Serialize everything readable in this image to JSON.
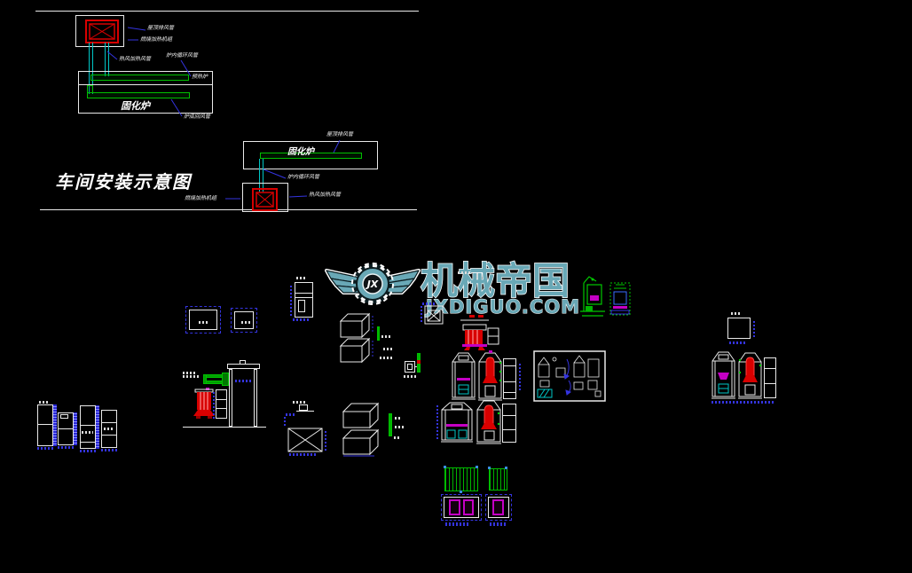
{
  "top_sheet": {
    "title": "车间安装示意图",
    "diagram_a": {
      "oven_top_label": "预热炉",
      "oven_label": "固化炉",
      "leader_labels": {
        "roof_exhaust": "屋顶排风管",
        "heater_unit": "燃烧加热机组",
        "hot_air_duct": "热风加热风管",
        "circulation_duct": "炉内循环风管",
        "bottom_return_duct": "炉底回风管"
      }
    },
    "diagram_b": {
      "oven_label": "固化炉",
      "leader_labels": {
        "roof_exhaust": "屋顶排风管",
        "circulation_duct": "炉内循环风管",
        "hot_air_duct": "热风加热风管",
        "heater_unit": "燃烧加热机组"
      }
    }
  },
  "watermark": {
    "monogram": "JX",
    "brand": "机械帝国",
    "domain": "JXDIGUO.COM"
  },
  "colors": {
    "background": "#000000",
    "line_white": "#e9e9e9",
    "dim_blue": "#3434e0",
    "duct_green": "#00c000",
    "pipe_cyan": "#00c6c6",
    "equipment_red": "#d80000",
    "accent_magenta": "#c400c4",
    "watermark_teal": "#69a8b6"
  }
}
